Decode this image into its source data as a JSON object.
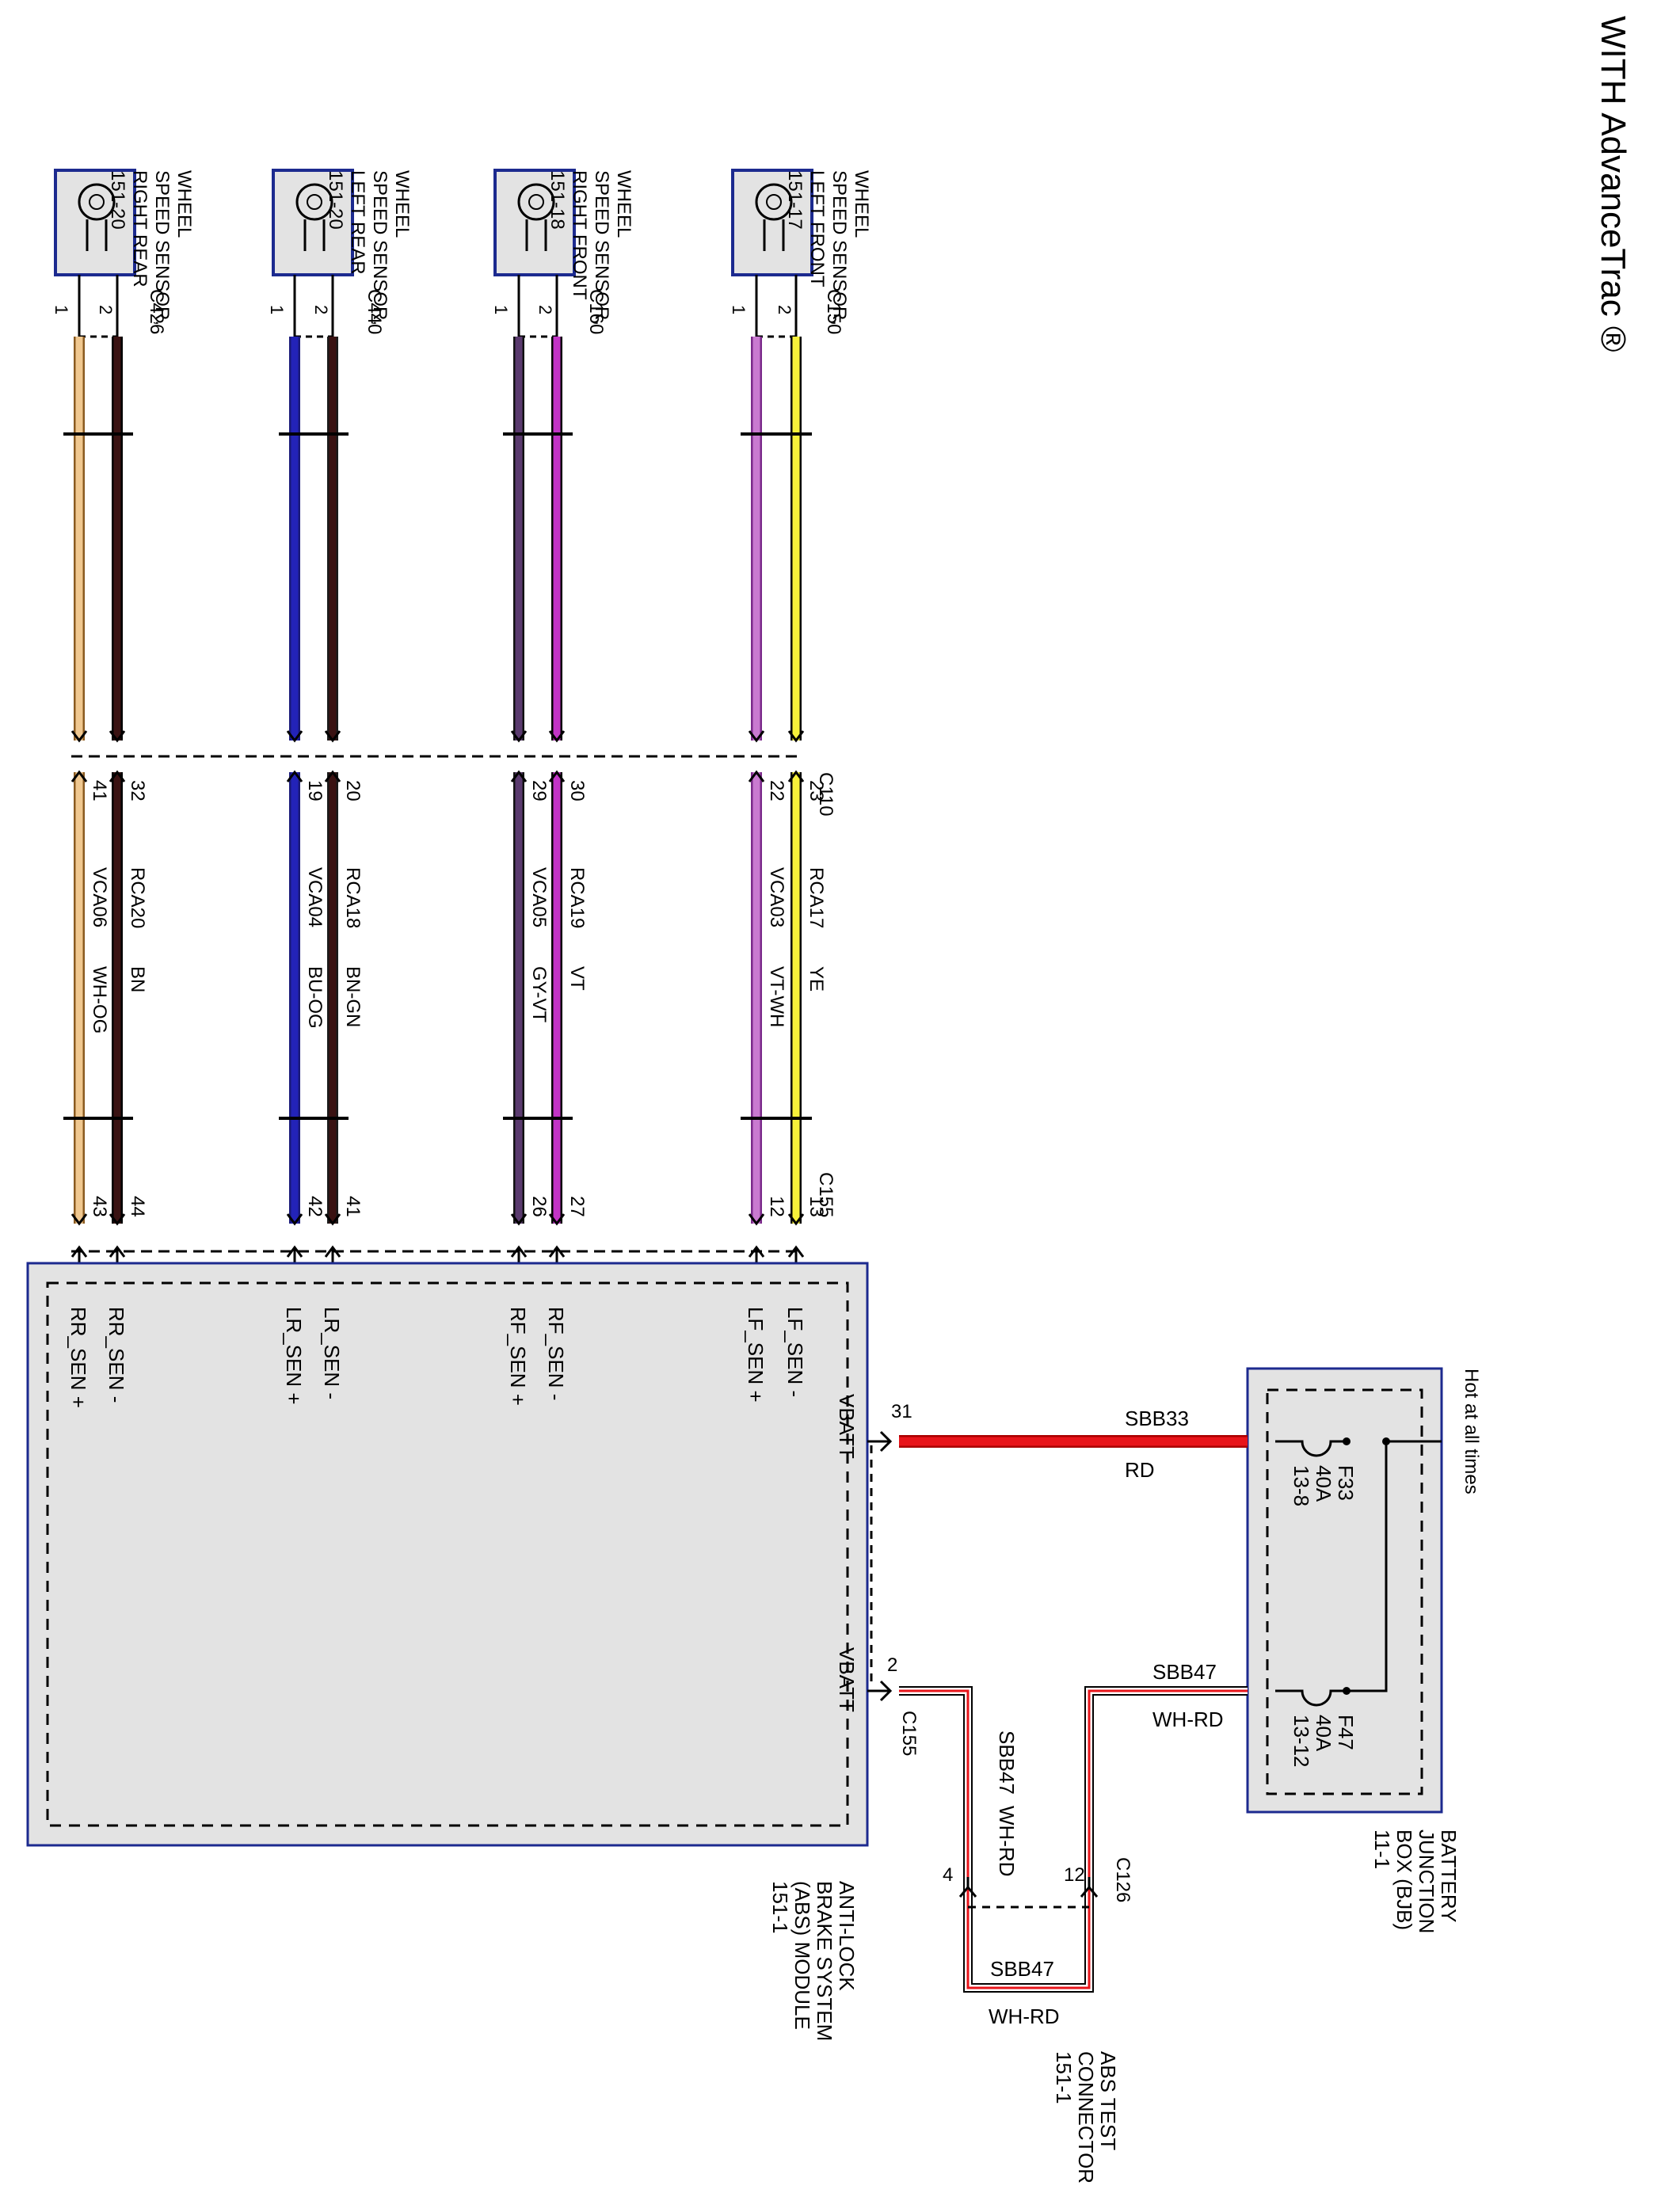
{
  "title": "WITH AdvanceTrac ®",
  "colors": {
    "module_fill": "#e3e3e3",
    "module_border": "#1c2a8f",
    "wire_ye": "#f7f13a",
    "wire_vt": "#c234c6",
    "wire_vt_wh": "#c97ad0",
    "wire_bn": "#3a1212",
    "wire_gy_vt": "#5a3a6e",
    "wire_bu_og": "#2323b8",
    "wire_wh_og": "#f0c890",
    "wire_rd": "#e8141a",
    "wire_wh_rd": "#e8141a"
  },
  "sensors": [
    {
      "name_lines": [
        "WHEEL",
        "SPEED SENSOR,",
        "LEFT FRONT",
        "151-17"
      ],
      "connector": "C150",
      "pins": [
        "1",
        "2"
      ],
      "wires": [
        {
          "circuit": "RCA17",
          "color": "YE",
          "c110_pin": "23",
          "c155_pin": "13"
        },
        {
          "circuit": "VCA03",
          "color": "VT-WH",
          "c110_pin": "22",
          "c155_pin": "12"
        }
      ]
    },
    {
      "name_lines": [
        "WHEEL",
        "SPEED SENSOR,",
        "RIGHT FRONT",
        "151-18"
      ],
      "connector": "C160",
      "pins": [
        "1",
        "2"
      ],
      "wires": [
        {
          "circuit": "RCA19",
          "color": "VT",
          "c110_pin": "30",
          "c155_pin": "27"
        },
        {
          "circuit": "VCA05",
          "color": "GY-VT",
          "c110_pin": "29",
          "c155_pin": "26"
        }
      ]
    },
    {
      "name_lines": [
        "WHEEL",
        "SPEED SENSOR,",
        "LEFT REAR",
        "151-20"
      ],
      "connector": "C440",
      "pins": [
        "1",
        "2"
      ],
      "wires": [
        {
          "circuit": "RCA18",
          "color": "BN-GN",
          "c110_pin": "20",
          "c155_pin": "41"
        },
        {
          "circuit": "VCA04",
          "color": "BU-OG",
          "c110_pin": "19",
          "c155_pin": "42"
        }
      ]
    },
    {
      "name_lines": [
        "WHEEL",
        "SPEED SENSOR,",
        "RIGHT REAR",
        "151-20"
      ],
      "connector": "C426",
      "pins": [
        "1",
        "2"
      ],
      "wires": [
        {
          "circuit": "RCA20",
          "color": "BN",
          "c110_pin": "32",
          "c155_pin": "44"
        },
        {
          "circuit": "VCA06",
          "color": "WH-OG",
          "c110_pin": "41",
          "c155_pin": "43"
        }
      ]
    }
  ],
  "inline_connectors": {
    "mid": "C110",
    "module": "C155"
  },
  "abs_module": {
    "name_lines": [
      "ANTI-LOCK",
      "BRAKE SYSTEM",
      "(ABS) MODULE",
      "151-1"
    ],
    "pin_labels": [
      "LF_SEN -",
      "LF_SEN +",
      "RF_SEN -",
      "RF_SEN +",
      "LR_SEN -",
      "LR_SEN +",
      "RR_SEN -",
      "RR_SEN +"
    ],
    "vbatt_1": {
      "label": "VBATT",
      "pin": "31"
    },
    "vbatt_2": {
      "label": "VBATT",
      "pin": "2",
      "connector": "C155"
    }
  },
  "bjb": {
    "name_lines": [
      "BATTERY",
      "JUNCTION",
      "BOX (BJB)",
      "11-1"
    ],
    "hot_label": "Hot at all times",
    "fuse_1": {
      "id": "F33",
      "rating": "40A",
      "ref": "13-8"
    },
    "fuse_2": {
      "id": "F47",
      "rating": "40A",
      "ref": "13-12"
    }
  },
  "power_wires": {
    "sbb33": {
      "circuit": "SBB33",
      "color": "RD"
    },
    "sbb47_top": {
      "circuit": "SBB47",
      "color": "WH-RD"
    },
    "sbb47_side": {
      "circuit": "SBB47",
      "color": "WH-RD"
    },
    "sbb47_bottom": {
      "circuit": "SBB47",
      "color": "WH-RD"
    }
  },
  "abs_test": {
    "name_lines": [
      "ABS TEST",
      "CONNECTOR",
      "151-1"
    ],
    "connector": "C126",
    "pin_a": "12",
    "pin_b": "4"
  }
}
